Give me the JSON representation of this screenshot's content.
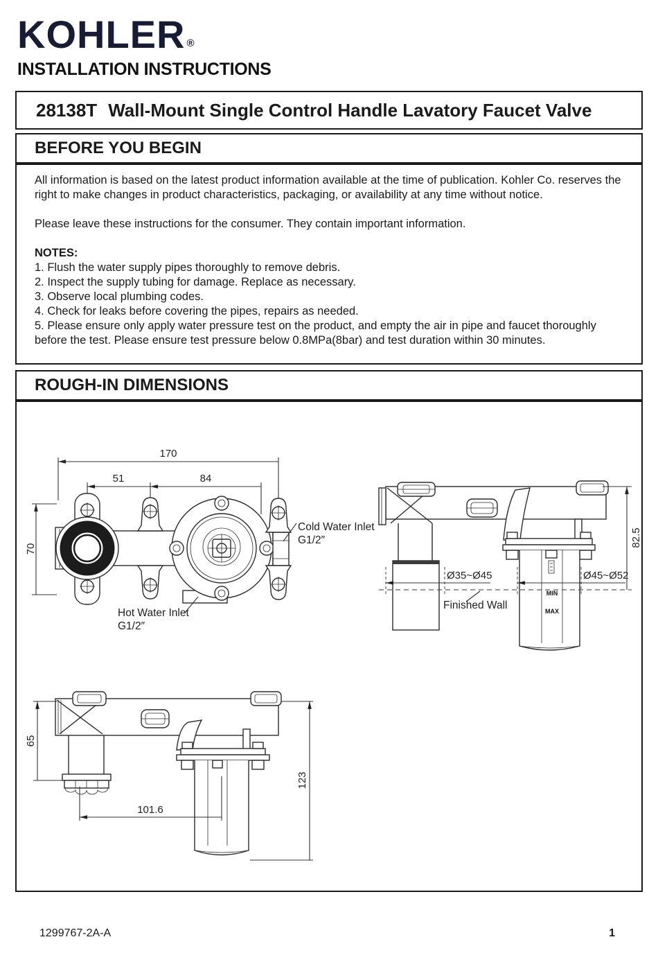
{
  "header": {
    "brand": "KOHLER",
    "registered_mark": "®",
    "doc_type": "INSTALLATION INSTRUCTIONS"
  },
  "title": {
    "model": "28138T",
    "name": "Wall-Mount Single Control Handle Lavatory Faucet Valve"
  },
  "sections": {
    "before_you_begin": {
      "heading": "BEFORE YOU BEGIN",
      "paragraphs": [
        "All information is based on the latest product information available at the time of publication. Kohler Co. reserves the right to make changes in product characteristics, packaging, or availability at any time without notice.",
        "Please leave these instructions for the consumer. They contain important information."
      ],
      "notes_heading": "NOTES:",
      "notes": [
        "1. Flush the water supply pipes thoroughly to remove debris.",
        "2. Inspect the supply tubing for damage. Replace as necessary.",
        "3. Observe local plumbing codes.",
        "4. Check for leaks before covering the pipes, repairs as needed.",
        "5. Please ensure only apply water pressure test on the product, and empty the air in pipe and faucet thoroughly before the test. Please ensure test pressure below 0.8MPa(8bar) and test duration within 30 minutes."
      ]
    },
    "rough_in": {
      "heading": "ROUGH-IN DIMENSIONS",
      "front_view": {
        "dim_width_total": "170",
        "dim_left_span": "51",
        "dim_right_span": "84",
        "dim_height": "70",
        "cold_label_line1": "Cold Water Inlet",
        "cold_label_line2": "G1/2″",
        "hot_label_line1": "Hot Water Inlet",
        "hot_label_line2": "G1/2″"
      },
      "side_view_top": {
        "dim_hole_left": "Ø35~Ø45",
        "dim_hole_right": "Ø45~Ø52",
        "dim_depth": "82.5",
        "wall_label": "Finished Wall",
        "min_label": "MIN",
        "max_label": "MAX"
      },
      "side_view_bottom": {
        "dim_left_height": "65",
        "dim_spacing": "101.6",
        "dim_total_height": "123"
      }
    }
  },
  "footer": {
    "doc_number": "1299767-2A-A",
    "page_number": "1"
  },
  "colors": {
    "brand_navy": "#171c35",
    "ink": "#1a1a1a",
    "line": "#2b2b2b"
  }
}
